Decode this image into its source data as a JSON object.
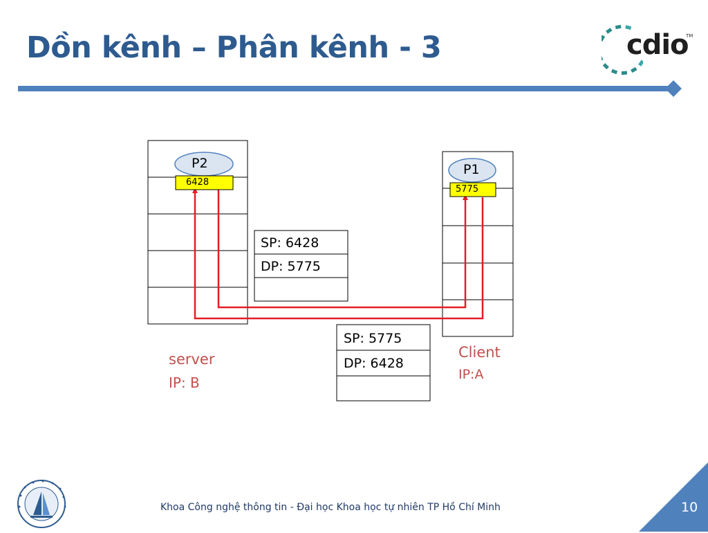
{
  "title": "Dồn kênh – Phân kênh - 3",
  "logo": {
    "text": "cdio",
    "tm": "TM"
  },
  "server": {
    "process": "P2",
    "port": "6428",
    "name": "server",
    "ip": "IP: B"
  },
  "client": {
    "process": "P1",
    "port": "5775",
    "name": "Client",
    "ip": "IP:A"
  },
  "segment_to_client": {
    "sp": "SP: 6428",
    "dp": "DP: 5775"
  },
  "segment_to_server": {
    "sp": "SP: 5775",
    "dp": "DP: 6428"
  },
  "footer": {
    "text": "Khoa Công nghệ thông tin - Đại học Khoa học tự nhiên TP Hồ Chí Minh",
    "page": "10"
  },
  "colors": {
    "title": "#2e5b8f",
    "title_bar": "#4f81bd",
    "arrow": "#e31e24",
    "port_box": "#ffff00",
    "host_label": "#c0504d",
    "corner": "#4f81bd"
  }
}
